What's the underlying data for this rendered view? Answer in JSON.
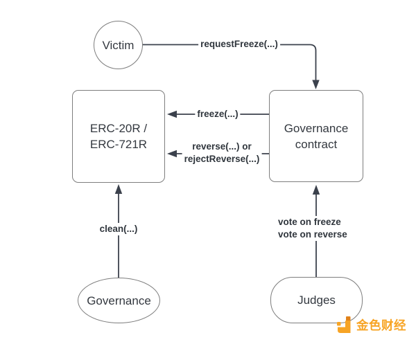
{
  "diagram": {
    "title_hint": "reversible token freeze/reverse governance flow",
    "nodes": {
      "victim": {
        "label": "Victim"
      },
      "erc_tokens": {
        "line1": "ERC-20R /",
        "line2": "ERC-721R"
      },
      "governance_contract": {
        "line1": "Governance",
        "line2": "contract"
      },
      "governance": {
        "label": "Governance"
      },
      "judges": {
        "label": "Judges"
      }
    },
    "edges": {
      "request_freeze": {
        "label": "requestFreeze(...)",
        "from": "victim",
        "to": "governance_contract"
      },
      "freeze": {
        "label": "freeze(...)",
        "from": "governance_contract",
        "to": "erc_tokens"
      },
      "reverse": {
        "line1": "reverse(...) or",
        "line2": "rejectReverse(...)",
        "from": "governance_contract",
        "to": "erc_tokens"
      },
      "clean": {
        "label": "clean(...)",
        "from": "governance",
        "to": "erc_tokens"
      },
      "vote": {
        "line1": "vote on freeze",
        "line2": "vote on reverse",
        "from": "judges",
        "to": "governance_contract"
      }
    },
    "colors": {
      "background": "#ffffff",
      "edge": "#3b414c",
      "node_border": "#7d7d7d",
      "node_text": "#33383f",
      "edge_label_text": "#2f353c",
      "brand_orange": "#f7a425",
      "brand_orange_dark": "#e0821a"
    },
    "watermark": {
      "text": "金色财经"
    }
  }
}
